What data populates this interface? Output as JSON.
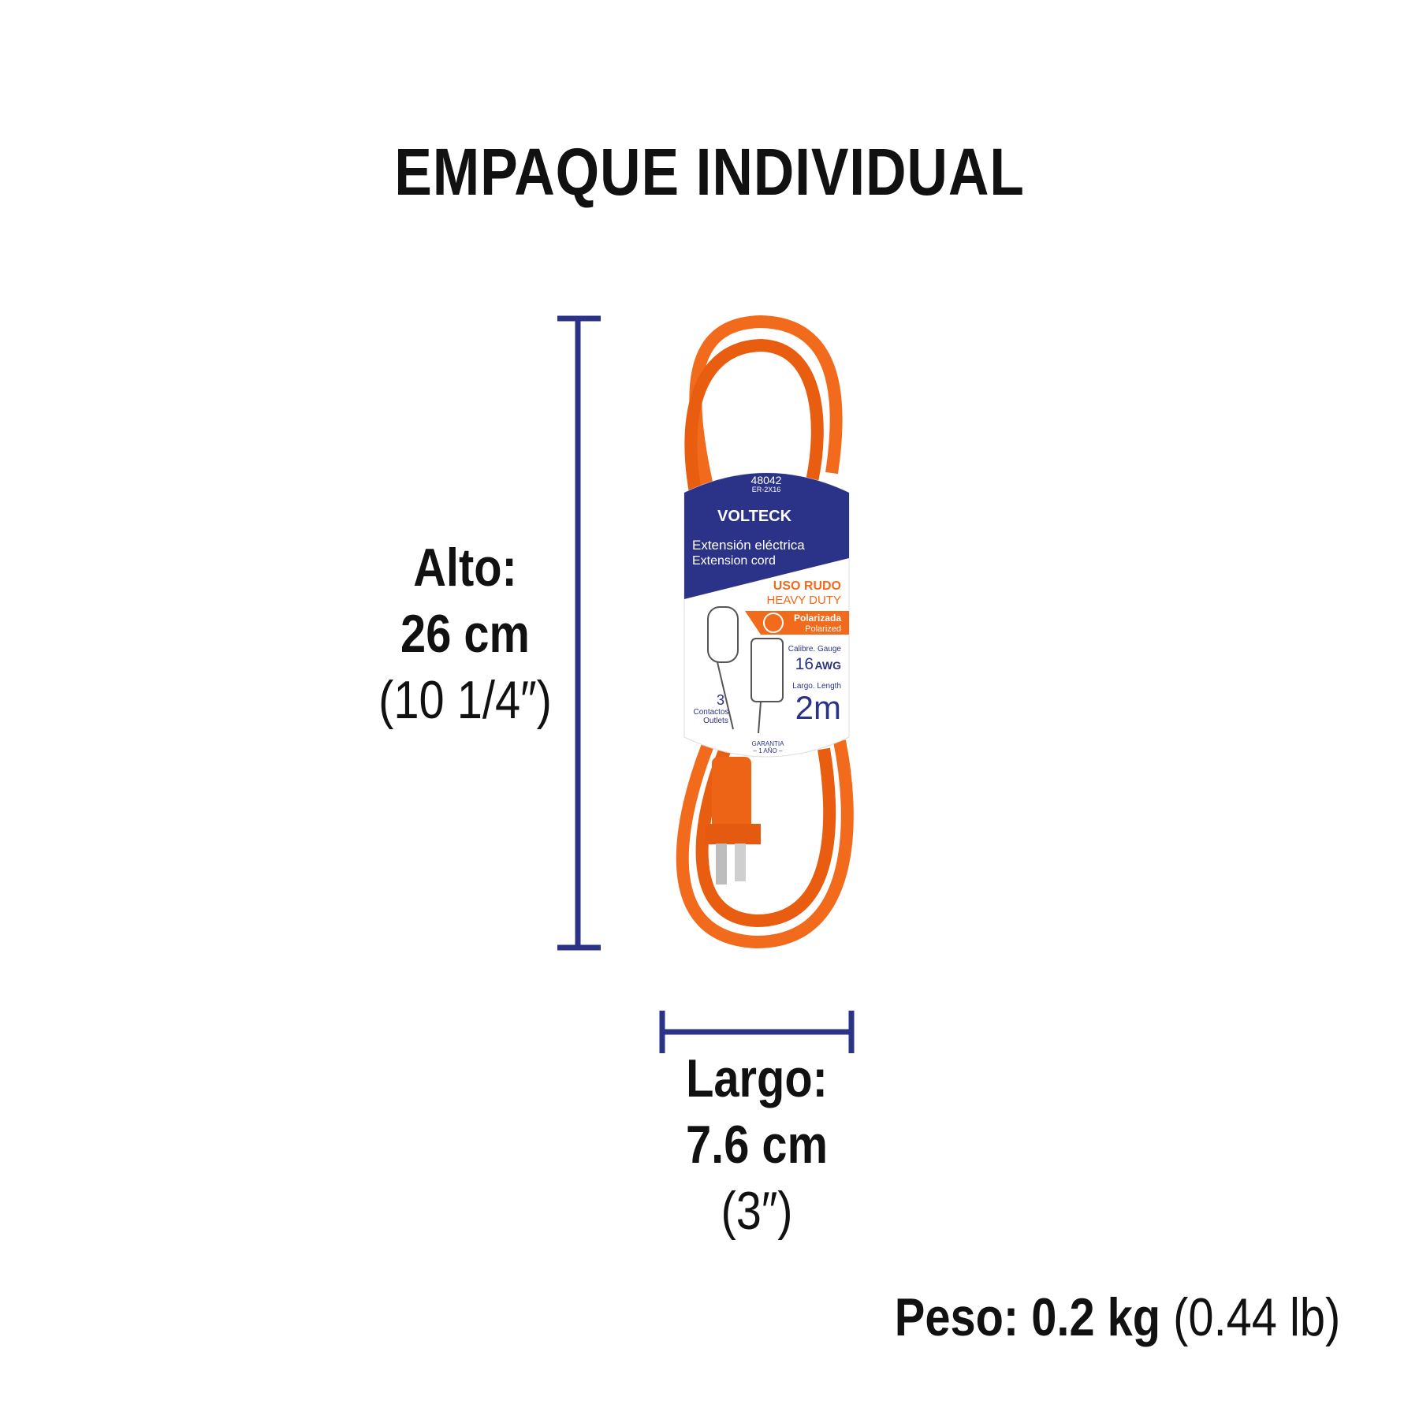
{
  "title": "EMPAQUE INDIVIDUAL",
  "height": {
    "label": "Alto:",
    "metric": "26 cm",
    "imperial": "(10 1/4″)"
  },
  "width": {
    "label": "Largo:",
    "metric": "7.6 cm",
    "imperial": "(3″)"
  },
  "weight": {
    "label": "Peso: 0.2 kg",
    "imperial": "(0.44 lb)"
  },
  "label": {
    "code": "48042",
    "model": "ER-2X16",
    "brand": "VOLTECK",
    "name_es": "Extensión eléctrica",
    "name_en": "Extension cord",
    "duty_es": "USO RUDO",
    "duty_en": "HEAVY DUTY",
    "polarized_es": "Polarizada",
    "polarized_en": "Polarized",
    "gauge_label": "Calibre. Gauge",
    "gauge_value": "16",
    "gauge_unit": "AWG",
    "length_label": "Largo. Length",
    "length_value": "2m",
    "outlets_count": "3",
    "outlets_es": "Contactos",
    "outlets_en": "Outlets",
    "warranty": "GARANTIA",
    "warranty_term": "– 1 AÑO –"
  },
  "colors": {
    "navy": "#2b3388",
    "orange": "#f26a1b"
  }
}
